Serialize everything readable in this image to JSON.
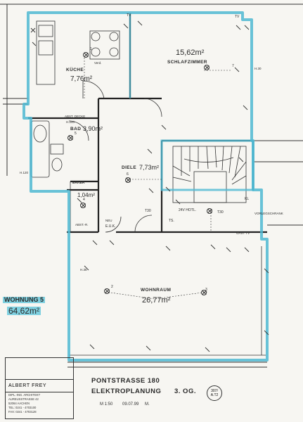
{
  "rooms": {
    "kitchen": {
      "name": "KÜCHE",
      "area": "7,76m²"
    },
    "bedroom": {
      "name": "SCHLAFZIMMER",
      "area": "15,62m²"
    },
    "bath": {
      "name": "BAD",
      "area": "3,90m²"
    },
    "hall": {
      "name": "DIELE",
      "area": "7,73m²"
    },
    "storage": {
      "name": "ABST.-R.",
      "area": "1,04m²"
    },
    "living": {
      "name": "WOHNRAUM",
      "area": "26,77m²"
    }
  },
  "apartment": {
    "name": "WOHNUNG 5",
    "area": "64,62m²"
  },
  "labels": {
    "erker": "ERKER",
    "tv": "TV",
    "tv2": "TV",
    "verd": "Verd.",
    "hotl": "24V HOTL.",
    "t30": "T30",
    "t30b": "T30",
    "ts": "TS.",
    "kl": "KL",
    "neu": "NEU",
    "euk": "E.U.K.",
    "vorlegschrank": "VORLEGSCHRANK",
    "abst_deko": "ABST. DECKE",
    "h240": "H.240",
    "h120": "H.120",
    "h36": "H.36",
    "h30": "H.30",
    "gast_tv": "GAST TV",
    "v1": "1",
    "v2": "2",
    "v3": "3",
    "v4": "4",
    "v5": "5",
    "v6": "6",
    "v7": "7"
  },
  "project": {
    "street": "PONTSTRASSE 180",
    "plan": "ELEKTROPLANUNG",
    "floor": "3. OG.",
    "scale": "M 1:50",
    "date": "09.07.99",
    "initial": "M.",
    "stamp": "307/ A.T2"
  },
  "title_block": {
    "architect": "ALBERT FREY",
    "line1": "DIPL.-ING. ARCHITEKT",
    "line2": "AUREUSSTRASSE 42",
    "line3": "52064 AACHEN",
    "line4": "TEL: 0241 - 4703100",
    "line5": "FAX: 0241 - 4703128"
  },
  "colors": {
    "outline": "#4fb9d2",
    "lines": "#333333",
    "paper": "#f7f6f2"
  }
}
